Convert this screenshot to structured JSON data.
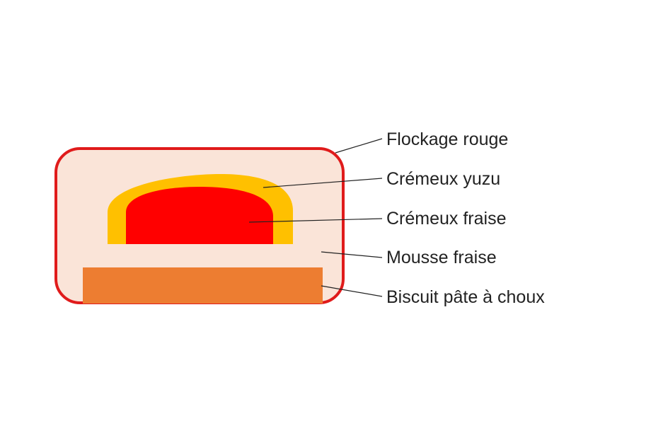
{
  "colors": {
    "shell_outline": "#e01b1b",
    "mousse_fill": "#fae4d8",
    "yuzu_fill": "#ffc000",
    "fraise_cremeux_fill": "#ff0000",
    "biscuit_fill": "#ed7d31",
    "text": "#222222"
  },
  "labels": [
    {
      "id": "flockage",
      "text": "Flockage rouge"
    },
    {
      "id": "cremeux_yuzu",
      "text": "Crémeux yuzu"
    },
    {
      "id": "cremeux_fraise",
      "text": "Crémeux fraise"
    },
    {
      "id": "mousse_fraise",
      "text": "Mousse fraise"
    },
    {
      "id": "biscuit",
      "text": "Biscuit pâte à choux"
    }
  ]
}
